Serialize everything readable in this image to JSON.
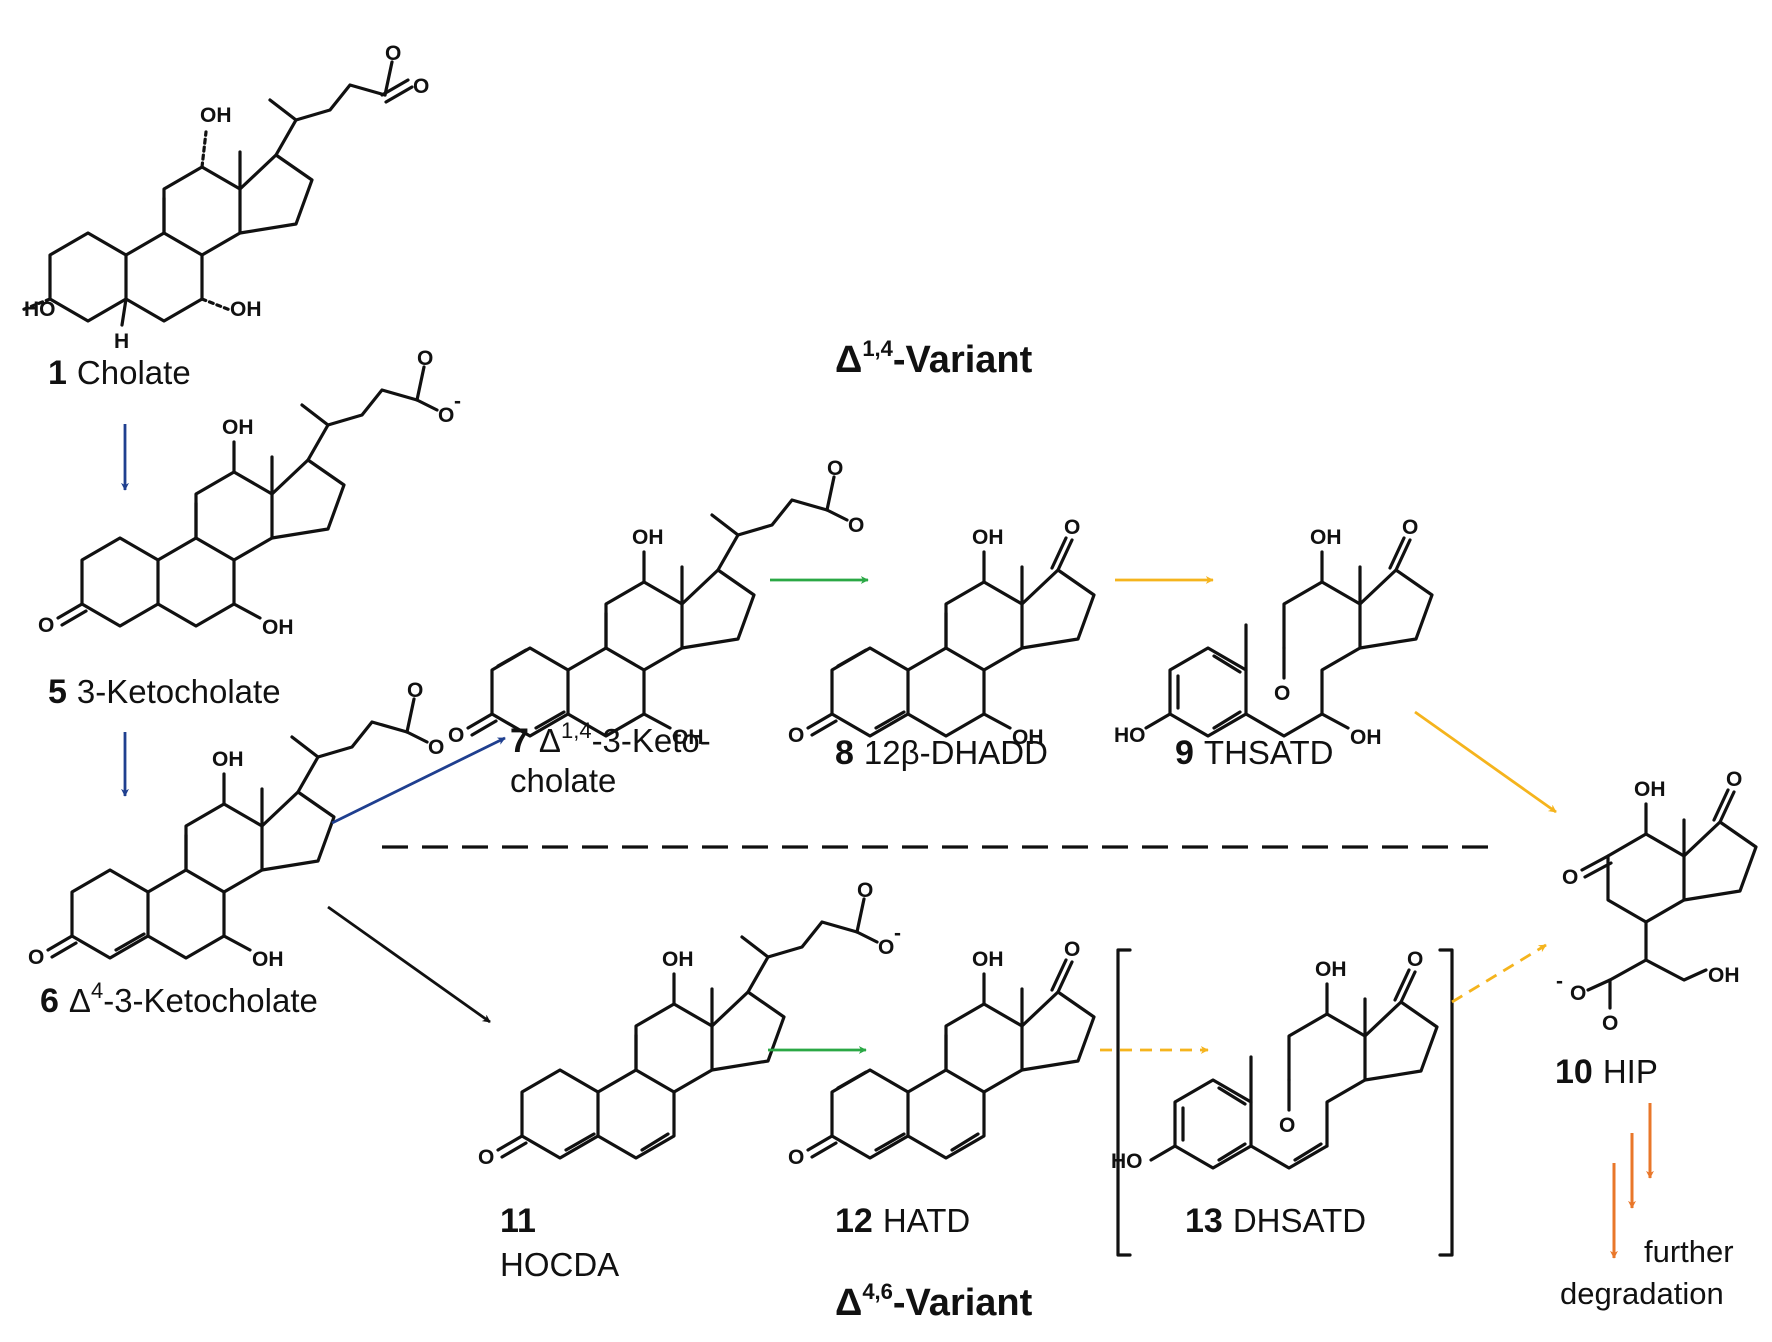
{
  "colors": {
    "blue": "#1f3f8f",
    "green": "#2aa845",
    "yellow": "#f5b41d",
    "orange": "#e9772a",
    "black": "#111111"
  },
  "variants": {
    "top": {
      "delta": "Δ",
      "sup": "1,4",
      "suffix": "-Variant"
    },
    "bottom": {
      "delta": "Δ",
      "sup": "4,6",
      "suffix": "-Variant"
    }
  },
  "compounds": {
    "c1": {
      "number": "1",
      "name": "Cholate"
    },
    "c5": {
      "number": "5",
      "name": "3-Ketocholate"
    },
    "c6": {
      "number": "6",
      "pre": "Δ",
      "sup": "4",
      "name": "-3-Ketocholate"
    },
    "c7": {
      "number": "7",
      "pre": "Δ",
      "sup": "1,4",
      "name": "-3-Keto-",
      "line2": "cholate"
    },
    "c8": {
      "number": "8",
      "name": "12β-DHADD"
    },
    "c9": {
      "number": "9",
      "name": "THSATD"
    },
    "c10": {
      "number": "10",
      "name": "HIP"
    },
    "c11": {
      "number": "11",
      "name": "HOCDA"
    },
    "c12": {
      "number": "12",
      "name": "HATD"
    },
    "c13": {
      "number": "13",
      "name": "DHSATD"
    }
  },
  "atoms": {
    "oh": "OH",
    "ho": "HO",
    "o": "O",
    "h": "H",
    "minus": "-"
  },
  "further": {
    "line1": "further",
    "line2": "degradation"
  }
}
